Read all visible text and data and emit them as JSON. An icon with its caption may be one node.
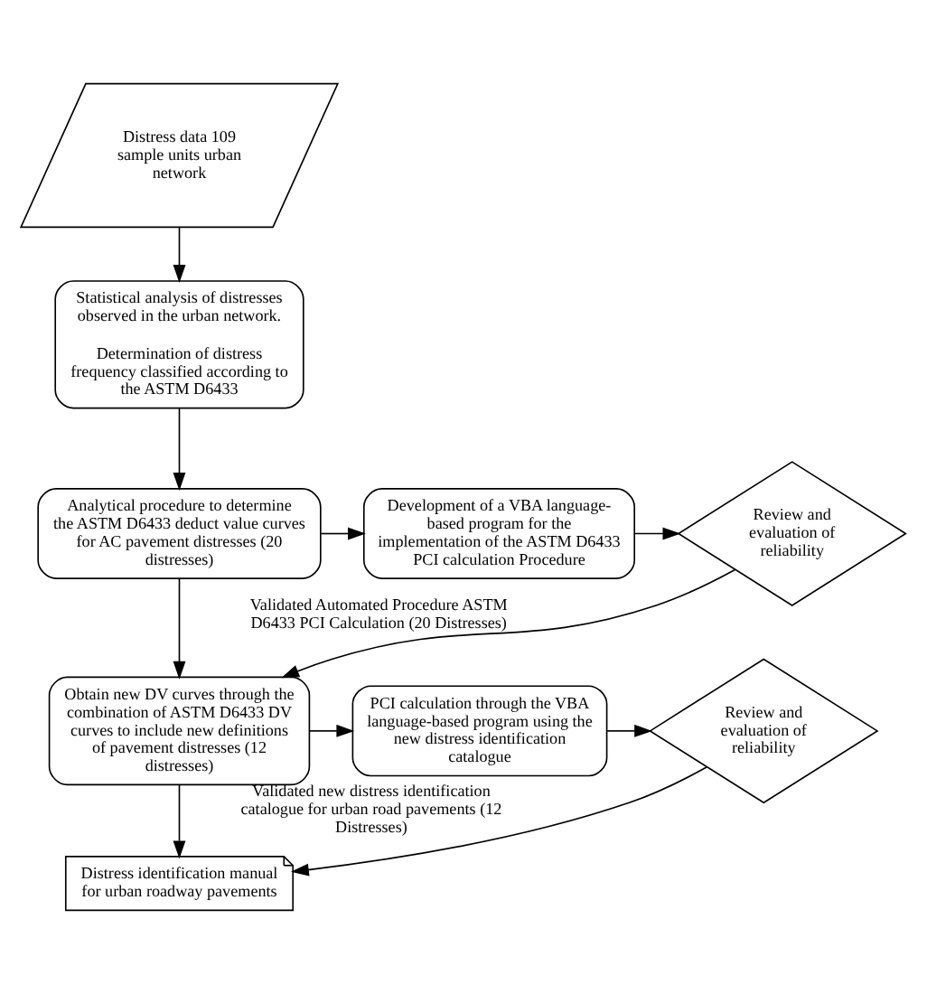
{
  "diagram": {
    "nodes": [
      {
        "text": [
          "Distress data 109 sample units urban network"
        ]
      },
      {
        "text": [
          "Statistical analysis of distresses observed in the urban network.",
          "Determination of distress frequency classified according to the ASTM D6433"
        ]
      },
      {
        "text": [
          "Analytical procedure to determine the ASTM D6433 deduct value curves for AC pavement distresses (20 distresses)"
        ]
      },
      {
        "text": [
          "Development of a VBA language-based program for the implementation of the ASTM D6433 PCI calculation Procedure"
        ]
      },
      {
        "text": [
          "Review and evaluation of reliability"
        ]
      },
      {
        "text": [
          "Obtain new DV curves through the combination of ASTM D6433 DV curves to include new definitions of pavement distresses (12 distresses)"
        ]
      },
      {
        "text": [
          "PCI calculation through the VBA language-based program using the new distress identification catalogue"
        ]
      },
      {
        "text": [
          "Review and evaluation of reliability"
        ]
      },
      {
        "text": [
          "Distress identification manual for urban roadway pavements"
        ]
      }
    ],
    "edges": [
      {
        "from": 0,
        "to": 1,
        "arrow": "to"
      },
      {
        "from": 1,
        "to": 2,
        "arrow": "to"
      },
      {
        "from": 2,
        "to": 3,
        "arrow": "to"
      },
      {
        "from": 3,
        "to": 4,
        "arrow": "to"
      },
      {
        "from": 2,
        "to": 5,
        "arrow": "to"
      },
      {
        "from": 4,
        "to": 5,
        "arrow": "to",
        "label": "Validated Automated Procedure ASTM D6433 PCI Calculation (20 Distresses)"
      },
      {
        "from": 5,
        "to": 6,
        "arrow": "to"
      },
      {
        "from": 6,
        "to": 7,
        "arrow": "to"
      },
      {
        "from": 5,
        "to": 8,
        "arrow": "to"
      },
      {
        "from": 7,
        "to": 8,
        "arrow": "to",
        "label": "Validated new distress identification catalogue for urban road pavements (12 Distresses)"
      }
    ]
  }
}
